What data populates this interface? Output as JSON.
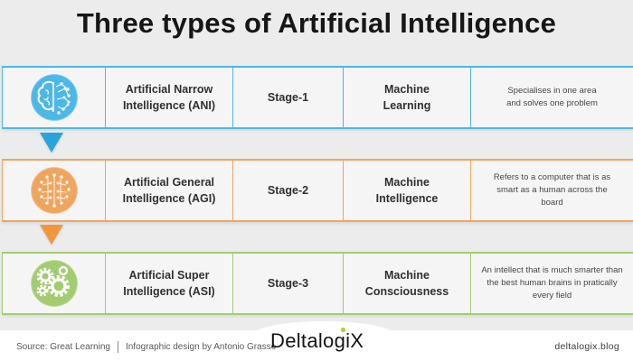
{
  "title": "Three types of Artificial Intelligence",
  "rows": [
    {
      "name": "Artificial Narrow Intelligence (ANI)",
      "stage": "Stage-1",
      "machine": "Machine Learning",
      "description": "Specialises in one area and solves one problem",
      "color": "#4db7e8",
      "icon": "half-brain-circuit-icon"
    },
    {
      "name": "Artificial General Intelligence (AGI)",
      "stage": "Stage-2",
      "machine": "Machine Intelligence",
      "description": "Refers to a computer that is as smart as a human across the board",
      "color": "#f0a55e",
      "icon": "brain-circuit-icon"
    },
    {
      "name": "Artificial Super Intelligence (ASI)",
      "stage": "Stage-3",
      "machine": "Machine Consciousness",
      "description": "An intellect that is much smarter than the best human brains in pratically every field",
      "color": "#a3cc72",
      "icon": "gears-icon"
    }
  ],
  "arrows": [
    {
      "color": "#29a3de"
    },
    {
      "color": "#f0973e"
    }
  ],
  "footer": {
    "source": "Source: Great Learning",
    "credit": "Infographic design by Antonio Grasso",
    "logo": "DeltalogiX",
    "logo_dot_color": "#bdcb27",
    "site": "deltalogix.blog"
  }
}
